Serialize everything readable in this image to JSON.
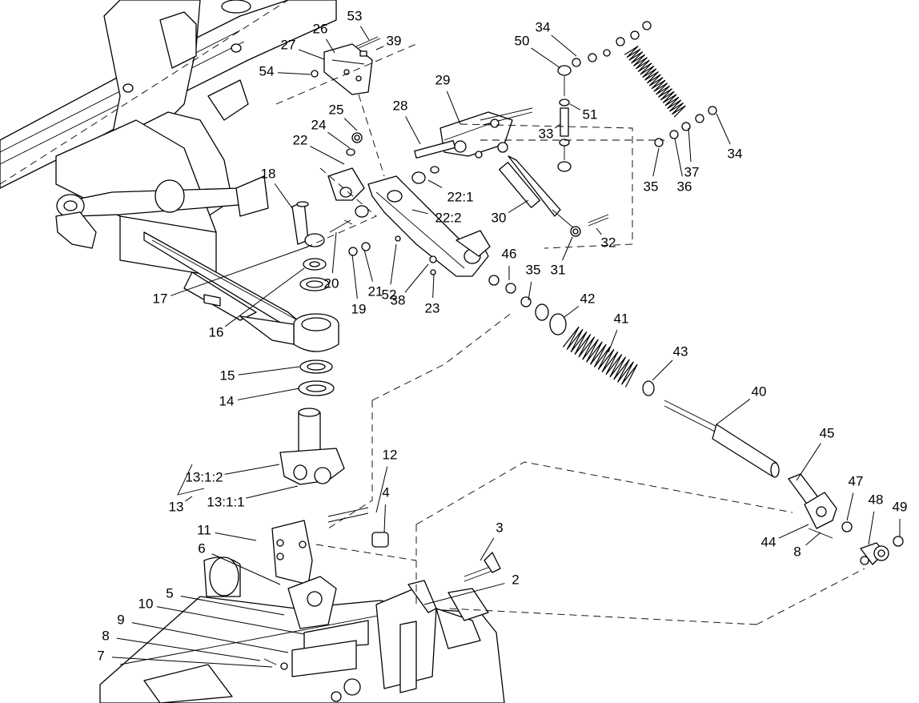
{
  "diagram": {
    "callouts": [
      {
        "id": "c53",
        "text": "53"
      },
      {
        "id": "c26",
        "text": "26"
      },
      {
        "id": "c39",
        "text": "39"
      },
      {
        "id": "c27",
        "text": "27"
      },
      {
        "id": "c54",
        "text": "54"
      },
      {
        "id": "c34a",
        "text": "34"
      },
      {
        "id": "c50",
        "text": "50"
      },
      {
        "id": "c29",
        "text": "29"
      },
      {
        "id": "c28",
        "text": "28"
      },
      {
        "id": "c25",
        "text": "25"
      },
      {
        "id": "c24",
        "text": "24"
      },
      {
        "id": "c51",
        "text": "51"
      },
      {
        "id": "c33",
        "text": "33"
      },
      {
        "id": "c22",
        "text": "22"
      },
      {
        "id": "c34b",
        "text": "34"
      },
      {
        "id": "c18",
        "text": "18"
      },
      {
        "id": "c37",
        "text": "37"
      },
      {
        "id": "c35a",
        "text": "35"
      },
      {
        "id": "c36",
        "text": "36"
      },
      {
        "id": "c22_1",
        "text": "22:1"
      },
      {
        "id": "c30",
        "text": "30"
      },
      {
        "id": "c22_2",
        "text": "22:2"
      },
      {
        "id": "c32",
        "text": "32"
      },
      {
        "id": "c46",
        "text": "46"
      },
      {
        "id": "c35b",
        "text": "35"
      },
      {
        "id": "c31",
        "text": "31"
      },
      {
        "id": "c20",
        "text": "20"
      },
      {
        "id": "c21",
        "text": "21"
      },
      {
        "id": "c52",
        "text": "52"
      },
      {
        "id": "c17",
        "text": "17"
      },
      {
        "id": "c19",
        "text": "19"
      },
      {
        "id": "c38",
        "text": "38"
      },
      {
        "id": "c23",
        "text": "23"
      },
      {
        "id": "c42",
        "text": "42"
      },
      {
        "id": "c16",
        "text": "16"
      },
      {
        "id": "c41",
        "text": "41"
      },
      {
        "id": "c43",
        "text": "43"
      },
      {
        "id": "c15",
        "text": "15"
      },
      {
        "id": "c14",
        "text": "14"
      },
      {
        "id": "c40",
        "text": "40"
      },
      {
        "id": "c45",
        "text": "45"
      },
      {
        "id": "c13_1_2",
        "text": "13:1:2"
      },
      {
        "id": "c13",
        "text": "13"
      },
      {
        "id": "c13_1_1",
        "text": "13:1:1"
      },
      {
        "id": "c12",
        "text": "12"
      },
      {
        "id": "c4",
        "text": "4"
      },
      {
        "id": "c47",
        "text": "47"
      },
      {
        "id": "c48",
        "text": "48"
      },
      {
        "id": "c49",
        "text": "49"
      },
      {
        "id": "c3",
        "text": "3"
      },
      {
        "id": "c44",
        "text": "44"
      },
      {
        "id": "c8a",
        "text": "8"
      },
      {
        "id": "c11",
        "text": "11"
      },
      {
        "id": "c6",
        "text": "6"
      },
      {
        "id": "c2",
        "text": "2"
      },
      {
        "id": "c5",
        "text": "5"
      },
      {
        "id": "c10",
        "text": "10"
      },
      {
        "id": "c9",
        "text": "9"
      },
      {
        "id": "c8b",
        "text": "8"
      },
      {
        "id": "c7",
        "text": "7"
      }
    ]
  }
}
